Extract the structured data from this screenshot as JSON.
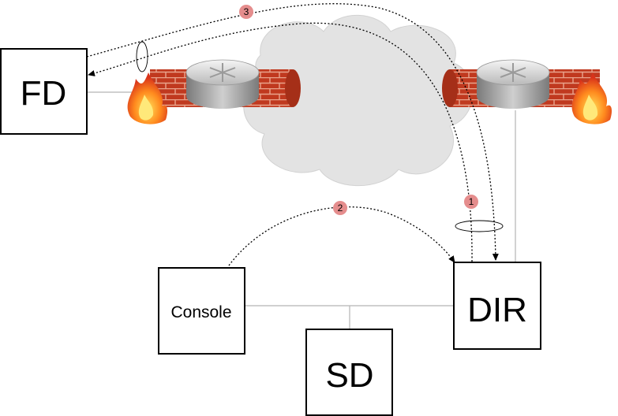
{
  "nodes": {
    "fd": {
      "label": "FD"
    },
    "dir": {
      "label": "DIR"
    },
    "console": {
      "label": "Console"
    },
    "sd": {
      "label": "SD"
    }
  },
  "steps": [
    {
      "label": "1"
    },
    {
      "label": "2"
    },
    {
      "label": "3"
    }
  ],
  "icons": {
    "cloud": "cloud-icon",
    "router": "router-icon",
    "firewall": "firewall-brick-icon",
    "flame": "flame-icon"
  },
  "colors": {
    "brick": "#c0391f",
    "mortar": "#e9a38c",
    "cloud": "#e3e3e3",
    "router_top": "#d6d6d6",
    "router_side": "#8e8e8e",
    "step_badge": "#e58d8d",
    "link": "#b5b5b5"
  }
}
